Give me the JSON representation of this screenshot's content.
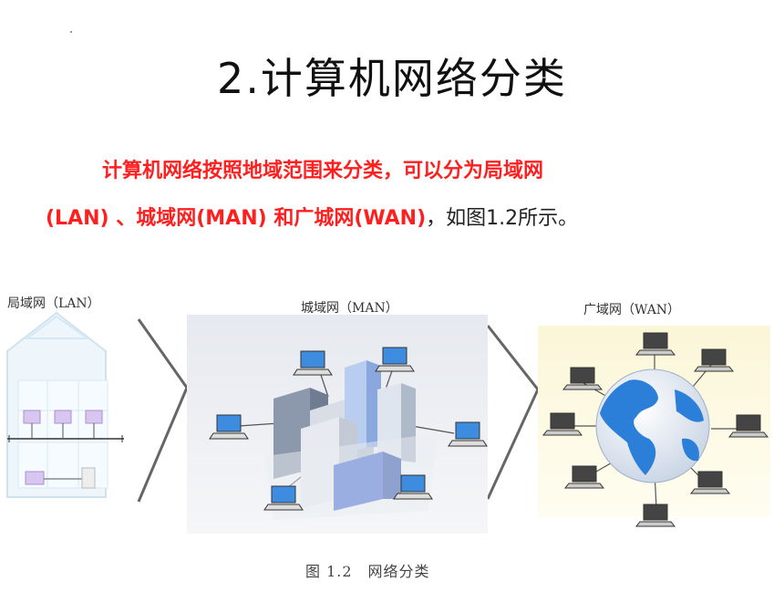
{
  "slide": {
    "title": "2.计算机网络分类",
    "paragraph": {
      "red_1": "计算机网络按照地域范围来分类，可以分为局域网",
      "red_2": "(LAN) 、城域网(MAN) 和广城网(WAN)",
      "plain": "，如图1.2所示。"
    }
  },
  "figure": {
    "lan_label": "局域网（LAN）",
    "man_label": "城域网（MAN）",
    "wan_label": "广域网（WAN）",
    "caption": "图 1.2　网络分类"
  },
  "colors": {
    "highlight": "#ff1f1f",
    "building_blue": "#4a6fd0",
    "globe_blue": "#2b7fd8",
    "lan_purple": "#c9b3e6"
  }
}
